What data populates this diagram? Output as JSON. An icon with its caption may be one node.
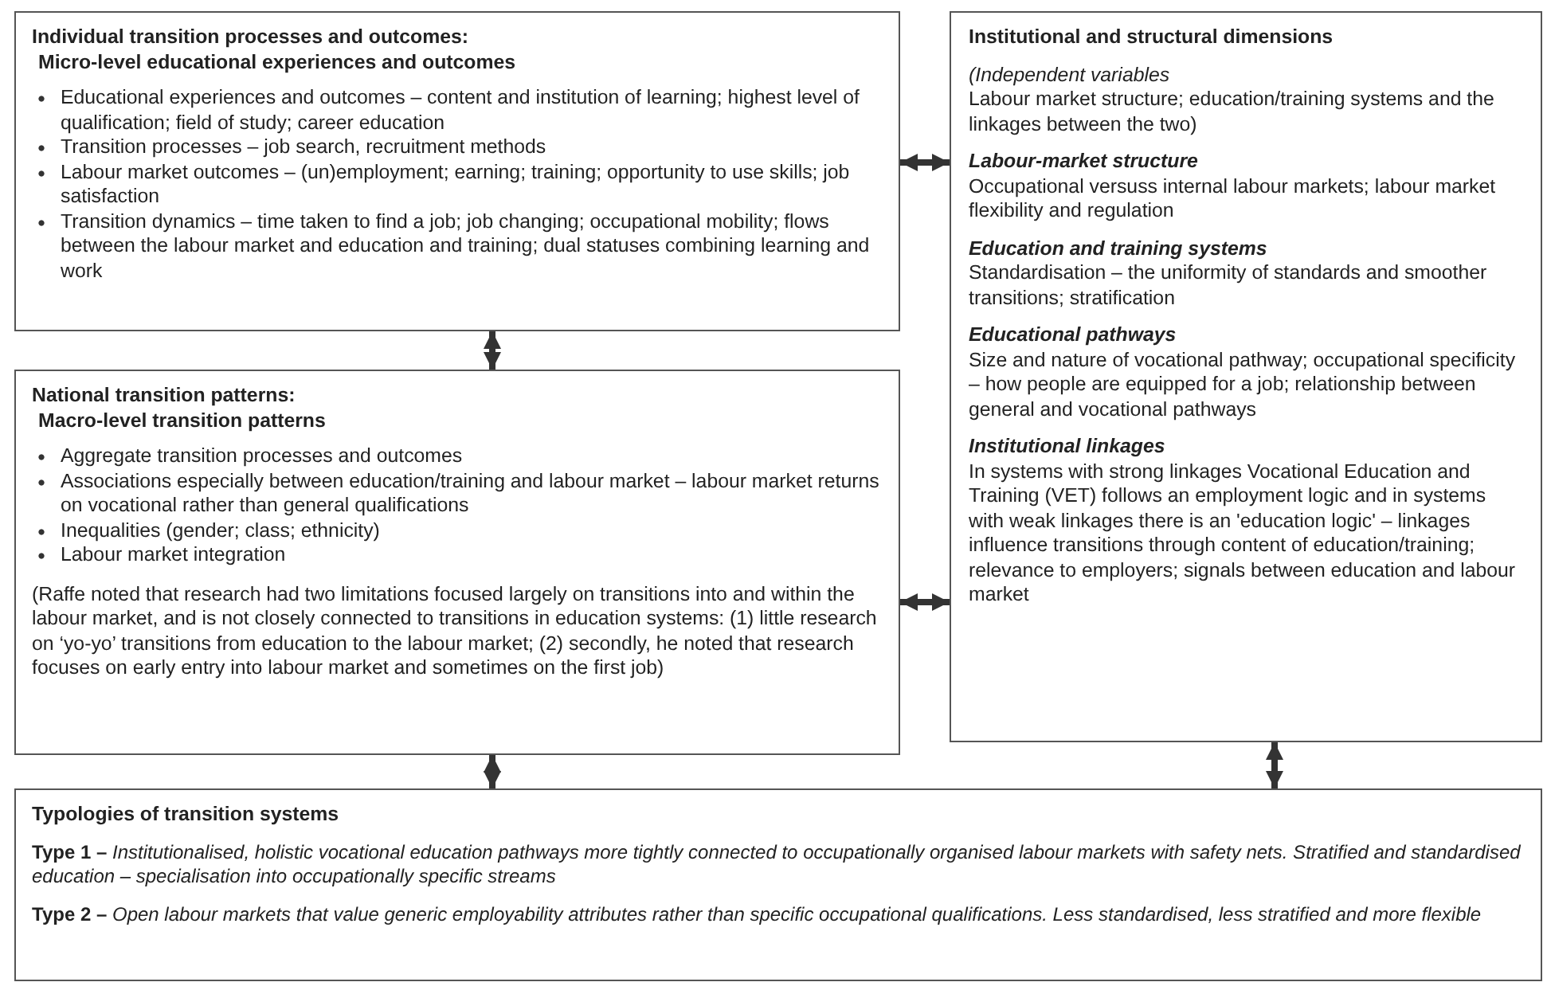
{
  "diagram": {
    "nodes": [
      {
        "text": [
          "Individual transition processes and outcomes:",
          "Micro-level educational experiences and outcomes",
          "Educational experiences and outcomes – content and institution of learning; highest level of qualification; field of study; career education",
          "Transition processes – job search, recruitment methods",
          "Labour market outcomes – (un)employment; earning; training; opportunity to use skills; job satisfaction",
          "Transition dynamics – time taken to find a job; job changing; occupational mobility; flows between the labour market and education and training; dual statuses combining learning and work"
        ]
      },
      {
        "text": [
          "National transition patterns:",
          "Macro-level transition patterns",
          "Aggregate transition processes and outcomes",
          "Associations especially between education/training and labour market – labour market returns on vocational rather than general qualifications",
          "Inequalities (gender; class; ethnicity)",
          "Labour market integration",
          "(Raffe noted that research had two limitations focused largely on transitions into and within the labour market, and is not closely connected to transitions in education systems: (1) little research on ‘yo-yo’ transitions from education to the labour market; (2) secondly, he noted that research focuses on early entry into labour market and sometimes on the first job)"
        ]
      },
      {
        "text": [
          "Institutional and structural dimensions",
          "(Independent variables",
          "Labour market structure; education/training systems and the linkages between the two)",
          "Labour-market structure",
          "Occupational versuss internal labour markets; labour market flexibility and regulation",
          "Education and training systems",
          "Standardisation – the uniformity of standards and smoother transitions; stratification",
          "Educational pathways",
          "Size and nature of vocational pathway; occupational specificity – how people are equipped for a job; relationship between general and vocational pathways",
          "Institutional linkages",
          "In systems with strong linkages Vocational Education and Training (VET) follows an employment logic and in systems with weak linkages there is an 'education logic' – linkages influence transitions through content of education/training; relevance to employers; signals between education and labour market"
        ]
      },
      {
        "text": [
          "Typologies of transition systems",
          "**Type 1 –** *Institutionalised, holistic vocational education pathways more tightly connected to occupationally organised labour markets with safety nets. Stratified and standardised education – specialisation into occupationally specific streams*",
          "**Type 2 –** *Open labour markets that value generic employability attributes rather than specific occupational qualifications. Less standardised, less stratified and more flexible*"
        ]
      }
    ],
    "edges": [
      {
        "from": 0,
        "to": 1,
        "arrow": "both"
      },
      {
        "from": 0,
        "to": 2,
        "arrow": "both"
      },
      {
        "from": 1,
        "to": 2,
        "arrow": "both"
      },
      {
        "from": 1,
        "to": 3,
        "arrow": "both"
      },
      {
        "from": 2,
        "to": 3,
        "arrow": "both"
      }
    ]
  }
}
